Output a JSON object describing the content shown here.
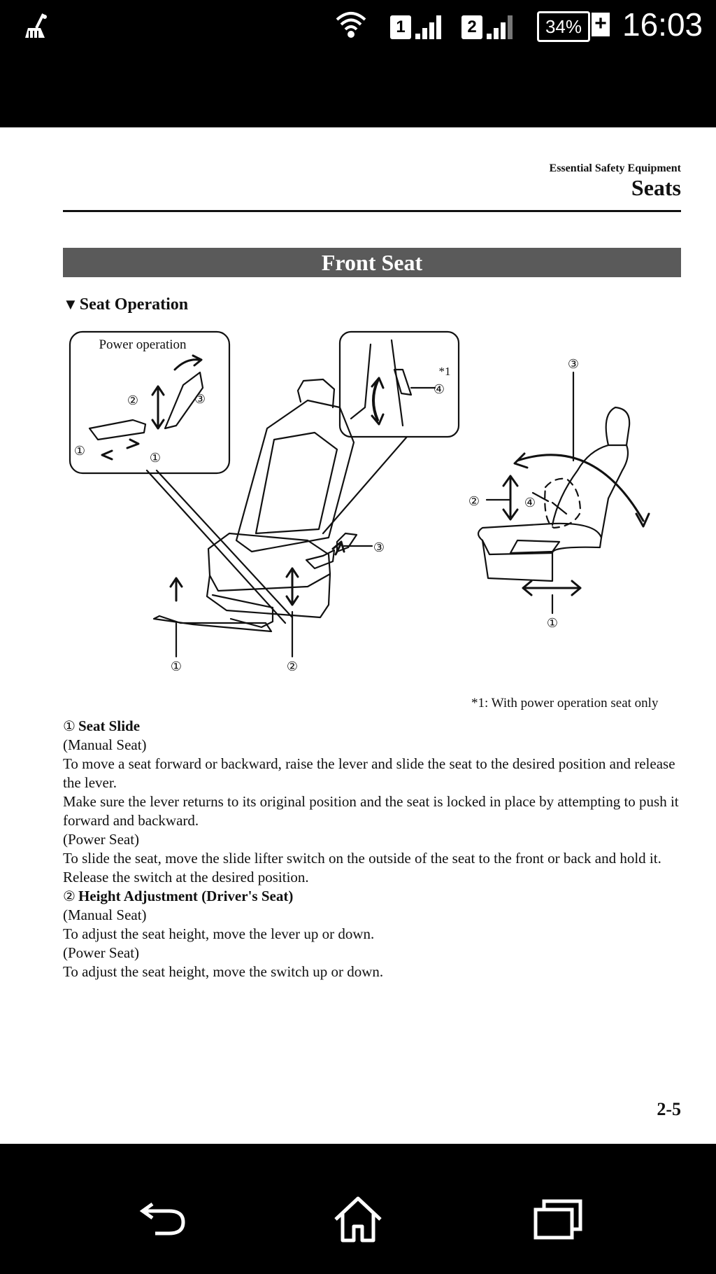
{
  "status_bar": {
    "sim1_label": "1",
    "sim2_label": "2",
    "battery": "34%",
    "battery_charging": "+",
    "time": "16:03",
    "icons": [
      "cleaner-icon",
      "wifi-icon",
      "signal-icon",
      "battery-icon"
    ]
  },
  "page": {
    "header_small": "Essential Safety Equipment",
    "header_large": "Seats",
    "section_title": "Front Seat",
    "subheading_marker": "▼",
    "subheading": "Seat Operation",
    "figure": {
      "power_operation_label": "Power operation",
      "star_label": "*1",
      "callouts": [
        "①",
        "②",
        "③",
        "④"
      ],
      "note": "*1: With power operation seat only"
    },
    "body": {
      "item1_num": "①",
      "item1_title": "Seat Slide",
      "item1_manual_label": "(Manual Seat)",
      "item1_manual_text": "To move a seat forward or backward, raise the lever and slide the seat to the desired position and release the lever.",
      "item1_manual_text2": "Make sure the lever returns to its original position and the seat is locked in place by attempting to push it forward and backward.",
      "item1_power_label": "(Power Seat)",
      "item1_power_text": "To slide the seat, move the slide lifter switch on the outside of the seat to the front or back and hold it. Release the switch at the desired position.",
      "item2_num": "②",
      "item2_title": "Height Adjustment (Driver's Seat)",
      "item2_manual_label": "(Manual Seat)",
      "item2_manual_text": "To adjust the seat height, move the lever up or down.",
      "item2_power_label": "(Power Seat)",
      "item2_power_text": "To adjust the seat height, move the switch up or down."
    },
    "page_number": "2-5"
  },
  "nav_bar": {
    "buttons": [
      "back-icon",
      "home-icon",
      "recent-apps-icon"
    ]
  }
}
